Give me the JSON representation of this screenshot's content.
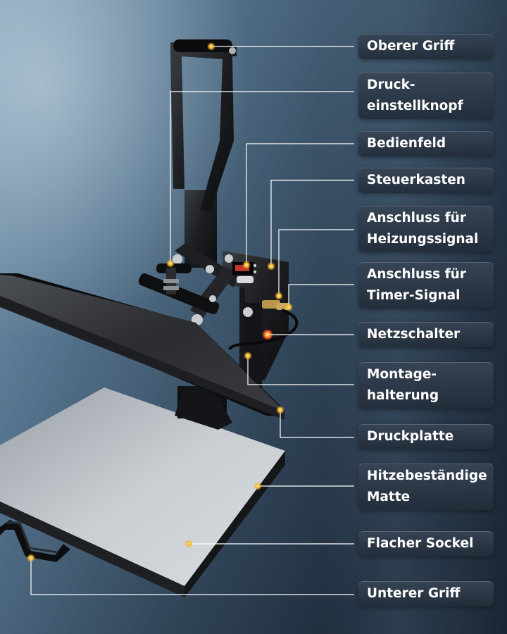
{
  "image": {
    "subject": "heat-press-machine",
    "accent_color": "#f5b82e",
    "label_color": "#ffffff"
  },
  "labels": [
    {
      "id": "upper-handle",
      "text": "Oberer Griff"
    },
    {
      "id": "pressure-knob",
      "text": "Druck-\neinstellknopf"
    },
    {
      "id": "control-panel",
      "text": "Bedienfeld"
    },
    {
      "id": "control-box",
      "text": "Steuerkasten"
    },
    {
      "id": "heating-signal",
      "text": "Anschluss für\nHeizungssignal"
    },
    {
      "id": "timer-signal",
      "text": "Anschluss für\nTimer-Signal"
    },
    {
      "id": "power-switch",
      "text": "Netzschalter"
    },
    {
      "id": "mounting-bracket",
      "text": "Montage-\nhalterung"
    },
    {
      "id": "pressure-plate",
      "text": "Druckplatte"
    },
    {
      "id": "heat-resistant-mat",
      "text": "Hitzebeständige\nMatte"
    },
    {
      "id": "flat-base",
      "text": "Flacher Sockel"
    },
    {
      "id": "lower-handle",
      "text": "Unterer Griff"
    }
  ]
}
